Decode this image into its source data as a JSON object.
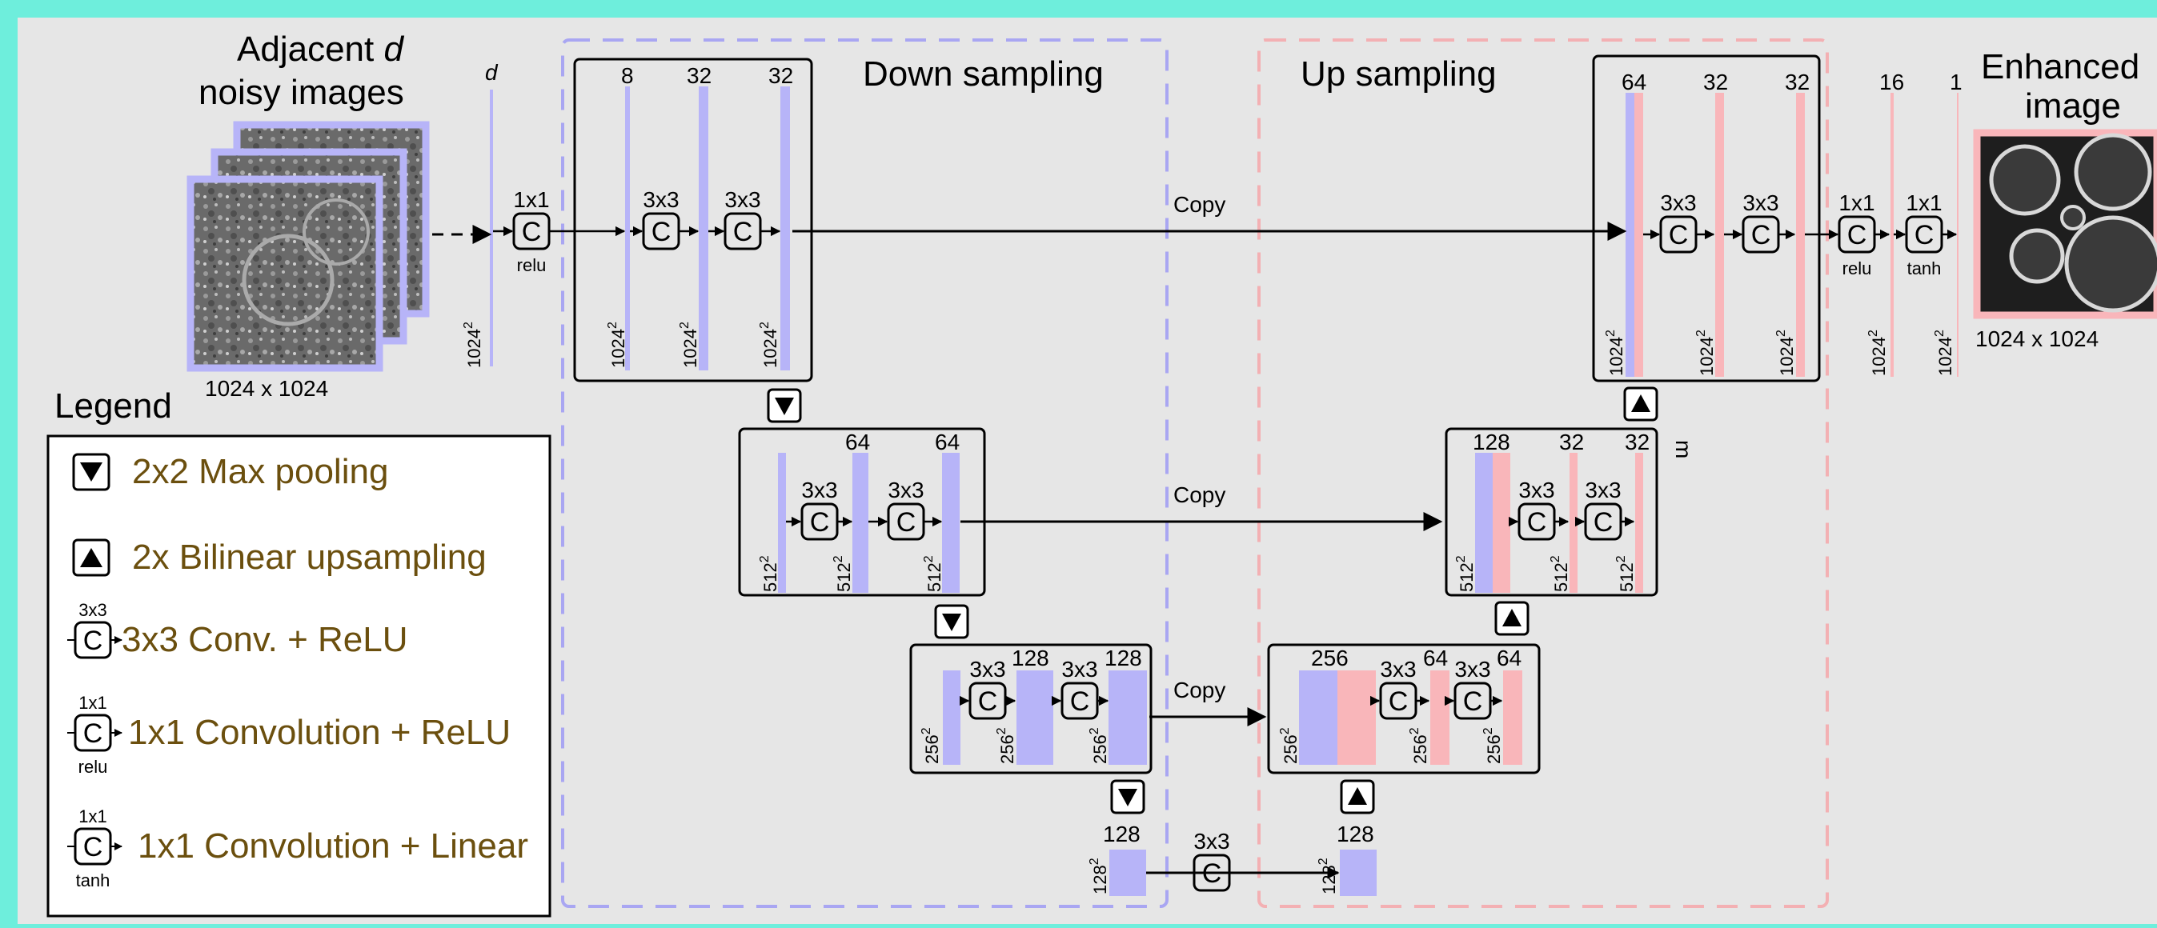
{
  "colors": {
    "outer_border": "#6EEEDC",
    "panel_bg": "#E6E6E6",
    "down_blue": "#B7B4F8",
    "up_pink": "#F9B6BA",
    "down_dash": "#A9A6F2",
    "up_dash": "#F3B0B3",
    "legend_text": "#6B4F0E"
  },
  "input": {
    "title_line1": "Adjacent ",
    "title_var": "d",
    "title_line2": "noisy images",
    "size_label": "1024 x 1024",
    "channel_label": "d",
    "res_label": "1024"
  },
  "output": {
    "title_line1": "Enhanced",
    "title_line2": "image",
    "size_label": "1024 x 1024"
  },
  "sections": {
    "down": "Down sampling",
    "up": "Up sampling"
  },
  "copy_label": "Copy",
  "legend": {
    "title": "Legend",
    "items": [
      {
        "text": "2x2 Max pooling",
        "icon": "max-pool-icon"
      },
      {
        "text": "2x Bilinear upsampling",
        "icon": "upsample-icon"
      },
      {
        "text": "3x3 Conv. + ReLU",
        "icon": "conv-icon",
        "top": "3x3",
        "bottom": ""
      },
      {
        "text": "1x1 Convolution + ReLU",
        "icon": "conv-icon",
        "top": "1x1",
        "bottom": "relu"
      },
      {
        "text": "1x1 Convolution + Linear",
        "icon": "conv-icon",
        "top": "1x1",
        "bottom": "tanh"
      }
    ]
  },
  "conv_glyph": "C",
  "block_labels": {
    "k3": "3x3",
    "k1": "1x1",
    "relu": "relu",
    "tanh": "tanh",
    "m": "m"
  },
  "channels": {
    "d1": [
      "8",
      "32",
      "32"
    ],
    "d2": [
      "64",
      "64"
    ],
    "d3": [
      "128",
      "128"
    ],
    "bottleneck": [
      "128",
      "128"
    ],
    "u3": [
      "256",
      "64",
      "64"
    ],
    "u2": [
      "128",
      "32",
      "32"
    ],
    "u1": [
      "64",
      "32",
      "32"
    ],
    "out": [
      "16",
      "1"
    ]
  },
  "resolutions": {
    "r1024": "1024",
    "r512": "512",
    "r256": "256",
    "r128": "128",
    "exp": "2"
  }
}
